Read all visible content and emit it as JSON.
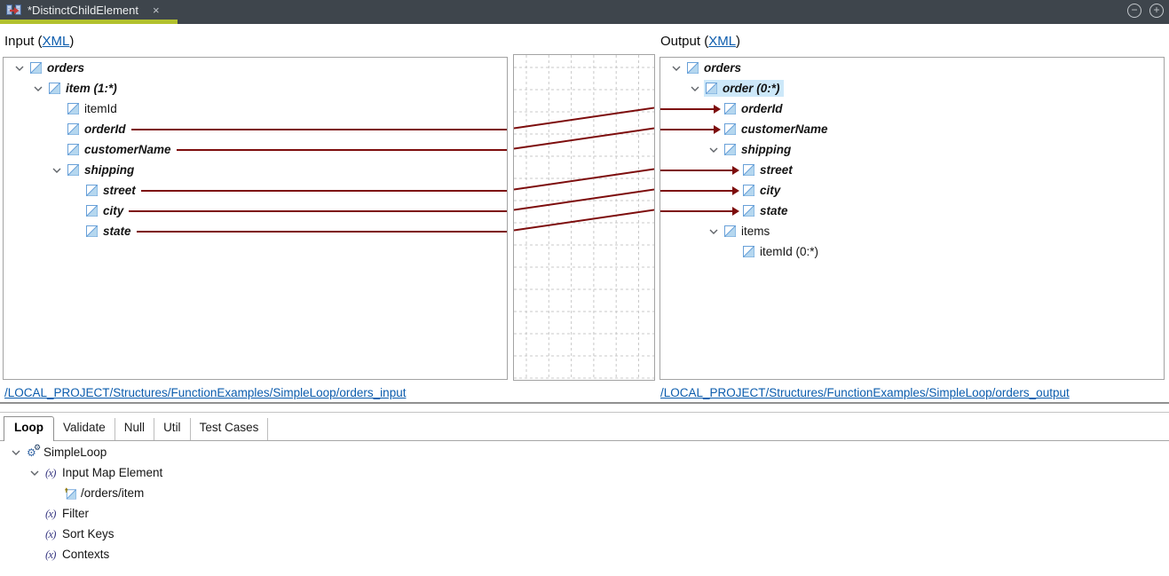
{
  "window": {
    "tab_title": "*DistinctChildElement",
    "close_glyph": "×",
    "minimize_glyph": "−",
    "maximize_glyph": "+"
  },
  "colors": {
    "wire": "#7d0d0d",
    "selection": "#cde8f9",
    "link": "#0b5cad",
    "accent_underline": "#b2c12e",
    "titlebar_bg": "#3e454c"
  },
  "input_panel": {
    "header_prefix": "Input (",
    "header_link": "XML",
    "header_suffix": ")",
    "path_link": "/LOCAL_PROJECT/Structures/FunctionExamples/SimpleLoop/orders_input",
    "tree": [
      {
        "label": "orders",
        "level": 0,
        "expand": true,
        "bold": true
      },
      {
        "label": "item (1:*)",
        "level": 1,
        "expand": true,
        "bold": true
      },
      {
        "label": "itemId",
        "level": 2,
        "bold": false
      },
      {
        "label": "orderId",
        "level": 2,
        "bold": true,
        "wire": true
      },
      {
        "label": "customerName",
        "level": 2,
        "bold": true,
        "wire": true
      },
      {
        "label": "shipping",
        "level": 2,
        "expand": true,
        "bold": true
      },
      {
        "label": "street",
        "level": 3,
        "bold": true,
        "wire": true
      },
      {
        "label": "city",
        "level": 3,
        "bold": true,
        "wire": true
      },
      {
        "label": "state",
        "level": 3,
        "bold": true,
        "wire": true
      }
    ]
  },
  "output_panel": {
    "header_prefix": "Output (",
    "header_link": "XML",
    "header_suffix": ")",
    "path_link": "/LOCAL_PROJECT/Structures/FunctionExamples/SimpleLoop/orders_output",
    "tree": [
      {
        "label": "orders",
        "level": 0,
        "expand": true,
        "bold": true
      },
      {
        "label": "order (0:*)",
        "level": 1,
        "expand": true,
        "bold": true,
        "selected": true
      },
      {
        "label": "orderId",
        "level": 2,
        "bold": true,
        "arrow": true
      },
      {
        "label": "customerName",
        "level": 2,
        "bold": true,
        "arrow": true
      },
      {
        "label": "shipping",
        "level": 2,
        "expand": true,
        "bold": true
      },
      {
        "label": "street",
        "level": 3,
        "bold": true,
        "arrow": true
      },
      {
        "label": "city",
        "level": 3,
        "bold": true,
        "arrow": true
      },
      {
        "label": "state",
        "level": 3,
        "bold": true,
        "arrow": true
      },
      {
        "label": "items",
        "level": 2,
        "expand": true,
        "bold": false
      },
      {
        "label": "itemId (0:*)",
        "level": 3,
        "bold": false
      }
    ]
  },
  "connections": [
    {
      "from": "orderId",
      "to": "orderId",
      "from_row": 3,
      "to_row": 2
    },
    {
      "from": "customerName",
      "to": "customerName",
      "from_row": 4,
      "to_row": 3
    },
    {
      "from": "street",
      "to": "street",
      "from_row": 6,
      "to_row": 5
    },
    {
      "from": "city",
      "to": "city",
      "from_row": 7,
      "to_row": 6
    },
    {
      "from": "state",
      "to": "state",
      "from_row": 8,
      "to_row": 7
    }
  ],
  "bottom": {
    "tabs": [
      "Loop",
      "Validate",
      "Null",
      "Util",
      "Test Cases"
    ],
    "active_tab": 0,
    "tree": [
      {
        "label": "SimpleLoop",
        "level": 0,
        "expand": true,
        "icon": "gears"
      },
      {
        "label": "Input Map Element",
        "level": 1,
        "expand": true,
        "icon": "fx"
      },
      {
        "label": "/orders/item",
        "level": 2,
        "icon": "elementArrow"
      },
      {
        "label": "Filter",
        "level": 1,
        "icon": "fx"
      },
      {
        "label": "Sort Keys",
        "level": 1,
        "icon": "fx"
      },
      {
        "label": "Contexts",
        "level": 1,
        "icon": "fx"
      }
    ]
  }
}
